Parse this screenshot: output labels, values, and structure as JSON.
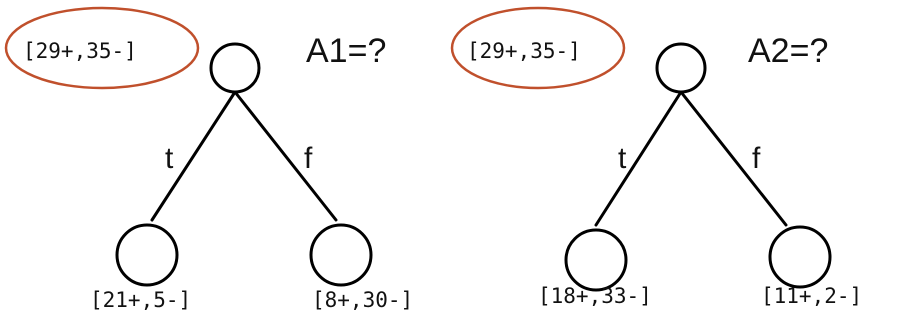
{
  "accent_color": "#c0502c",
  "trees": [
    {
      "root_counts": "[29+,35-]",
      "question": "A1=?",
      "left_branch": "t",
      "right_branch": "f",
      "left_counts": "[21+,5-]",
      "right_counts": "[8+,30-]"
    },
    {
      "root_counts": "[29+,35-]",
      "question": "A2=?",
      "left_branch": "t",
      "right_branch": "f",
      "left_counts": "[18+,33-]",
      "right_counts": "[11+,2-]"
    }
  ]
}
